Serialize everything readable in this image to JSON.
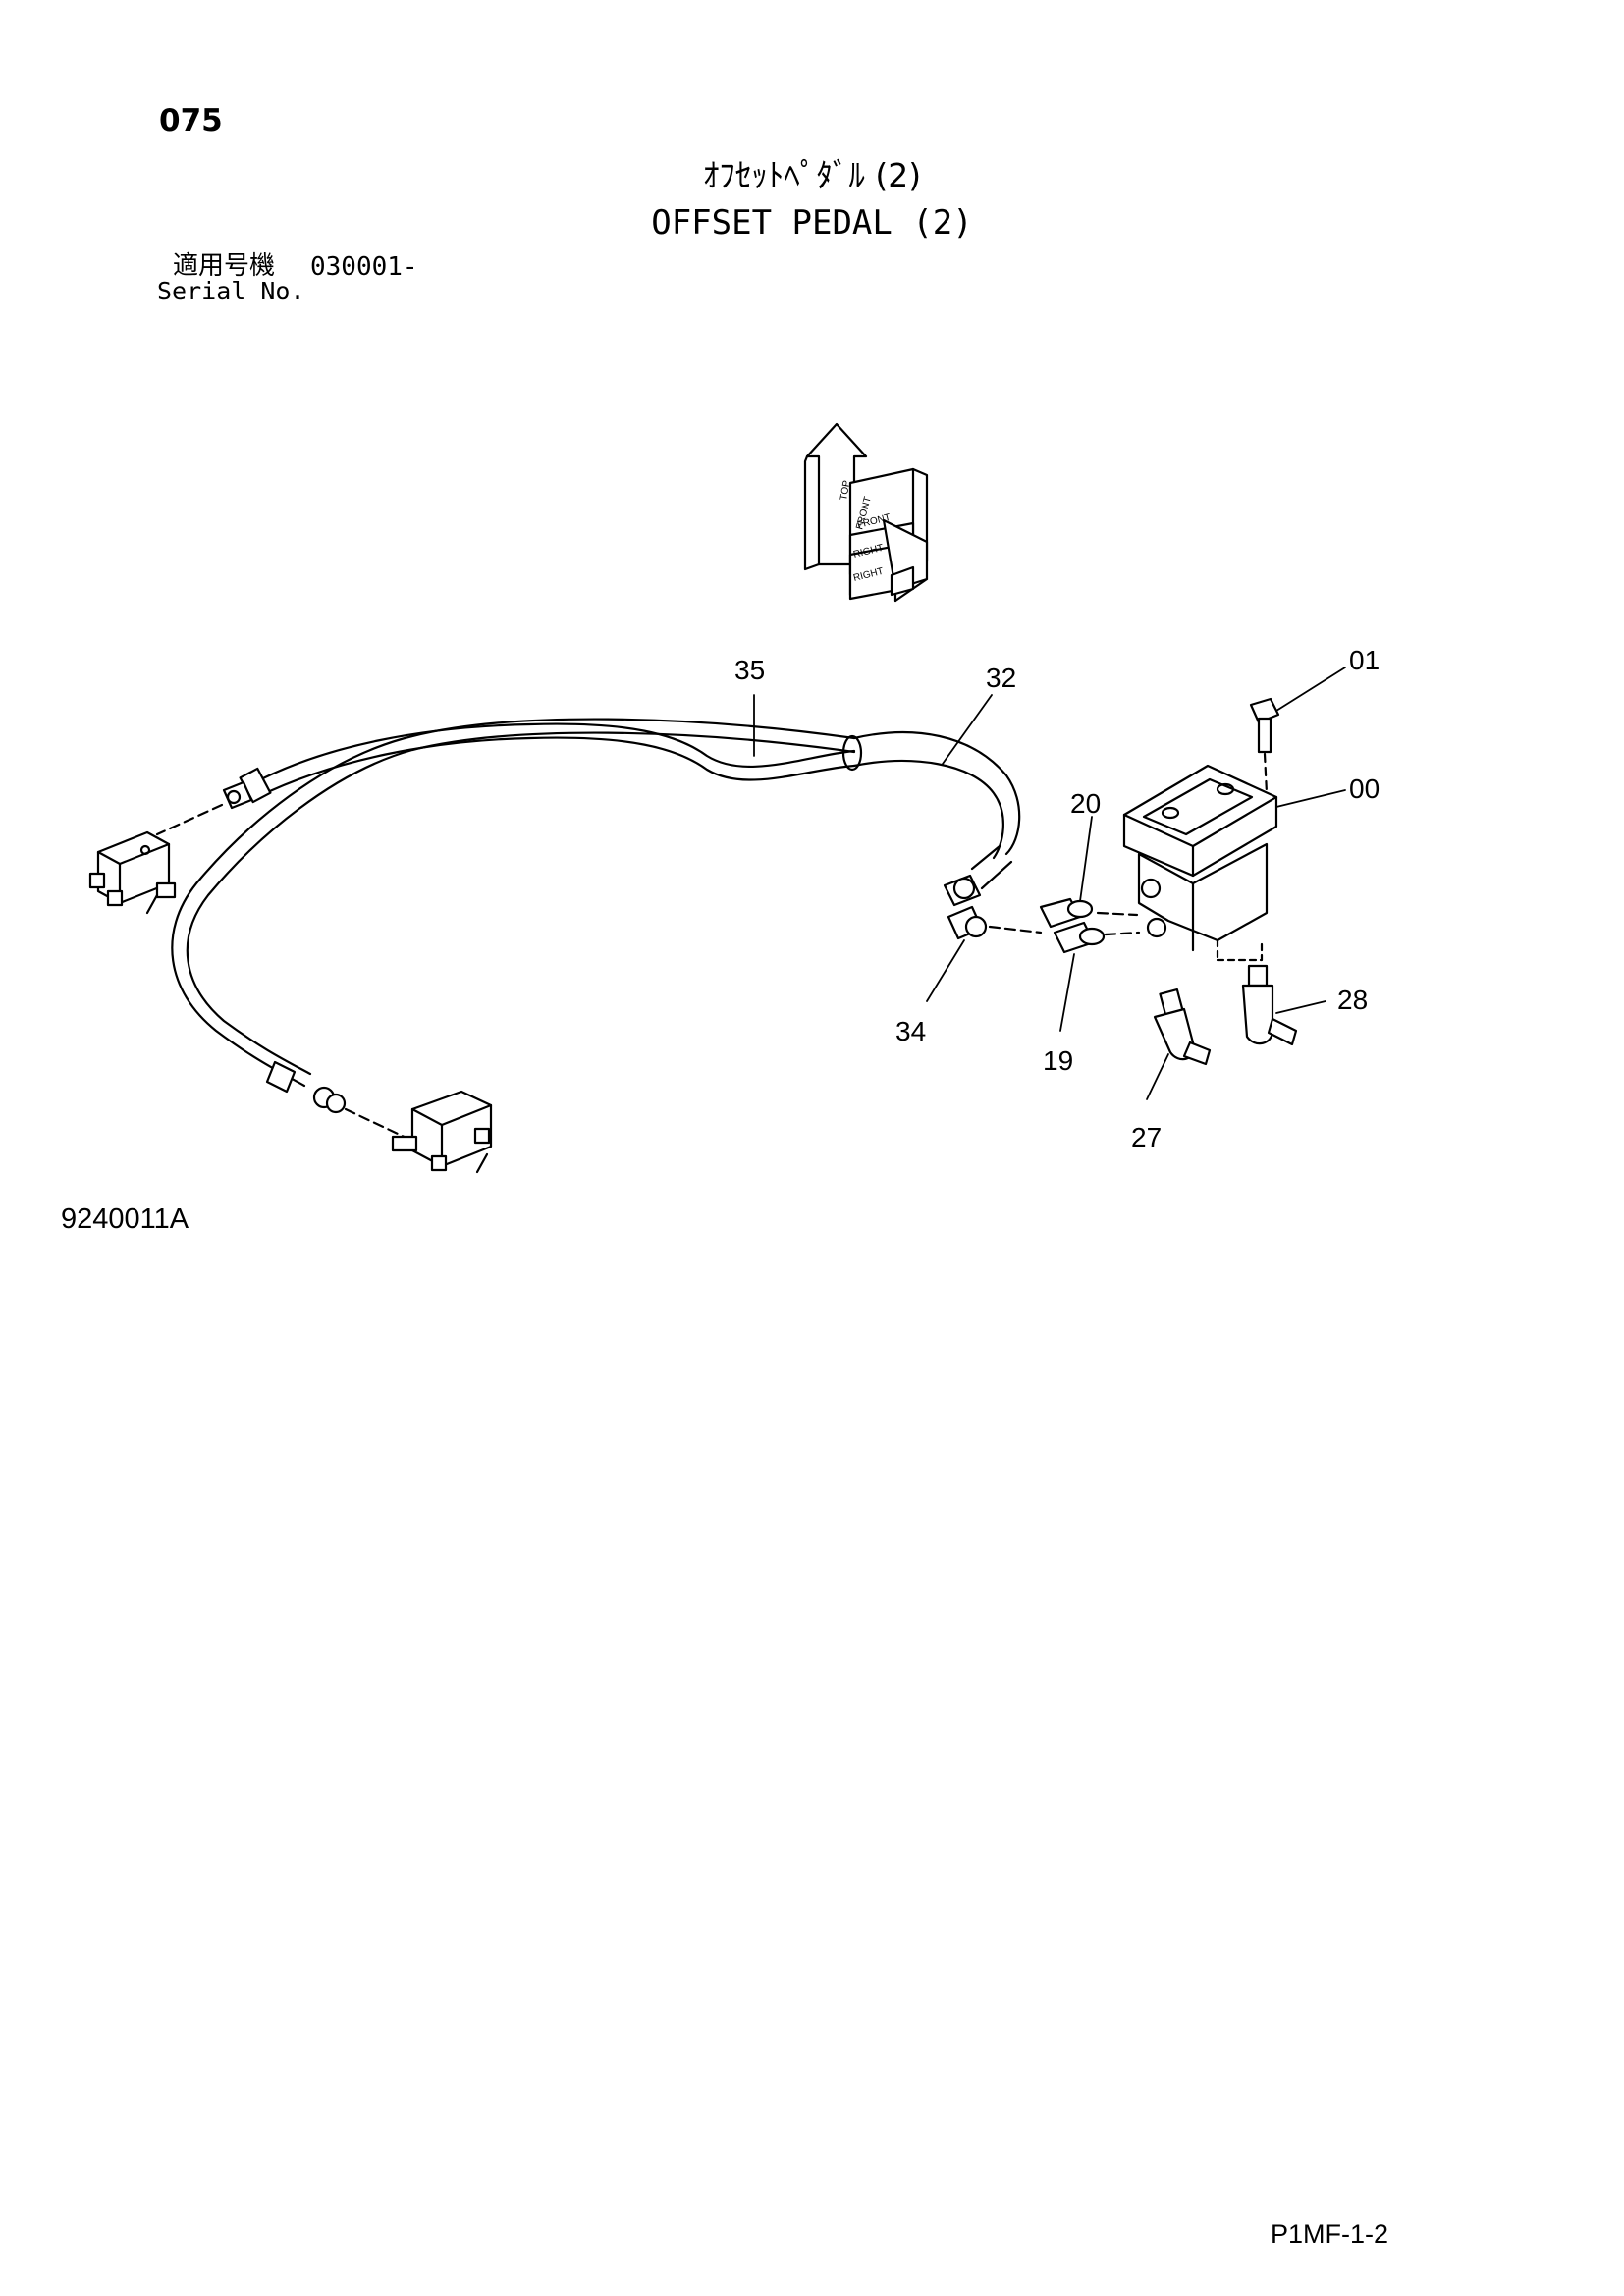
{
  "header": {
    "page_number": "075",
    "title_jp": "ｵﾌｾｯﾄﾍﾟﾀﾞﾙ (2)",
    "title_en": "OFFSET PEDAL (2)",
    "serial_label_jp": "適用号機",
    "serial_range": "030001-",
    "serial_label_en": "Serial No."
  },
  "orientation_indicator": {
    "labels": [
      "TOP",
      "FRONT",
      "FRONT",
      "RIGHT",
      "RIGHT"
    ]
  },
  "callouts": [
    "35",
    "32",
    "01",
    "00",
    "20",
    "28",
    "34",
    "19",
    "27"
  ],
  "footer": {
    "figure_number": "9240011A",
    "sheet_reference": "P1MF-1-2"
  }
}
